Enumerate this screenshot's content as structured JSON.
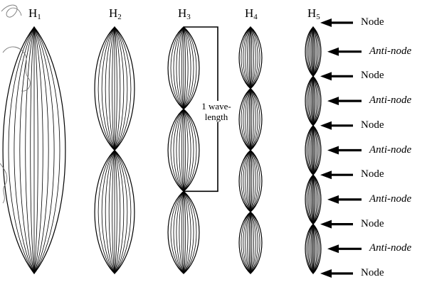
{
  "harmonics": [
    {
      "base": "H",
      "sub": "1",
      "loops": 1
    },
    {
      "base": "H",
      "sub": "2",
      "loops": 2
    },
    {
      "base": "H",
      "sub": "3",
      "loops": 3
    },
    {
      "base": "H",
      "sub": "4",
      "loops": 4
    },
    {
      "base": "H",
      "sub": "5",
      "loops": 5
    }
  ],
  "wavelength_label": {
    "line1": "1 wave-",
    "line2": "length"
  },
  "node_label": "Node",
  "antinode_label": "Anti-node",
  "h5_labels": [
    {
      "text": "Node",
      "kind": "node"
    },
    {
      "text": "Anti-node",
      "kind": "antinode"
    },
    {
      "text": "Node",
      "kind": "node"
    },
    {
      "text": "Anti-node",
      "kind": "antinode"
    },
    {
      "text": "Node",
      "kind": "node"
    },
    {
      "text": "Anti-node",
      "kind": "antinode"
    },
    {
      "text": "Node",
      "kind": "node"
    },
    {
      "text": "Anti-node",
      "kind": "antinode"
    },
    {
      "text": "Node",
      "kind": "node"
    },
    {
      "text": "Anti-node",
      "kind": "antinode"
    },
    {
      "text": "Node",
      "kind": "node"
    }
  ],
  "colors": {
    "line": "#000000",
    "background": "#ffffff"
  }
}
